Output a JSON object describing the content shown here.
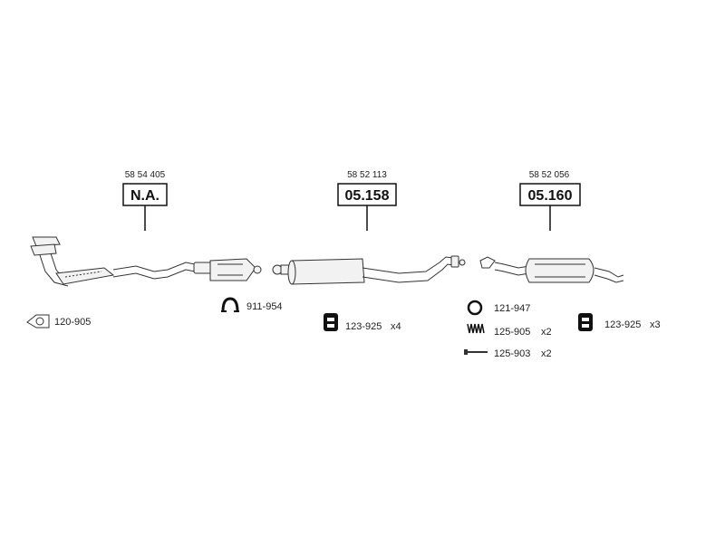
{
  "assemblies": [
    {
      "oem_number": "58 54 405",
      "code": "N.A."
    },
    {
      "oem_number": "58 52 113",
      "code": "05.158"
    },
    {
      "oem_number": "58 52 056",
      "code": "05.160"
    }
  ],
  "parts": {
    "gasket": {
      "code": "120-905",
      "qty": ""
    },
    "clamp": {
      "code": "911-954",
      "qty": ""
    },
    "hanger_mid": {
      "code": "123-925",
      "qty": "x4"
    },
    "ring": {
      "code": "121-947",
      "qty": ""
    },
    "spring": {
      "code": "125-905",
      "qty": "x2"
    },
    "bolt": {
      "code": "125-903",
      "qty": "x2"
    },
    "hanger_rear": {
      "code": "123-925",
      "qty": "x3"
    }
  }
}
